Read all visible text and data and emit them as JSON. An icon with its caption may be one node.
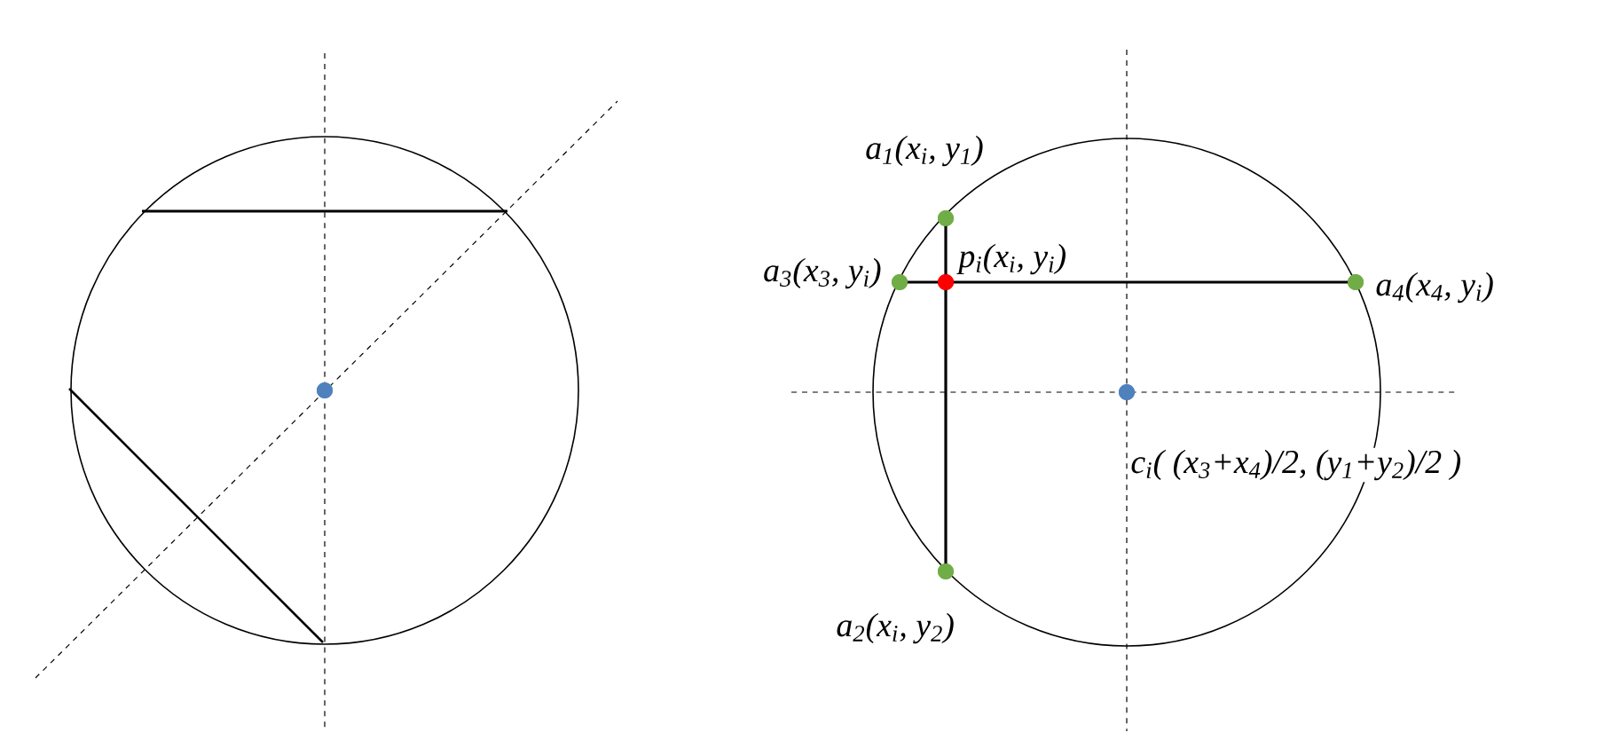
{
  "diagram": {
    "nodes": [
      {
        "text": [],
        "shape": "circle"
      },
      {
        "text": [],
        "shape": "circle",
        "beside": [
          "a$_{1}$(x$_{i}$, y$_{1}$)"
        ]
      },
      {
        "text": [],
        "shape": "circle",
        "beside": [
          "a$_{3}$(x$_{3}$, y$_{i}$)"
        ]
      },
      {
        "text": [],
        "shape": "circle",
        "beside": [
          "p$_{i}$(x$_{i}$, y$_{i}$)"
        ]
      },
      {
        "text": [],
        "shape": "circle",
        "beside": [
          "a$_{4}$(x$_{4}$, y$_{i}$)"
        ]
      },
      {
        "text": [],
        "shape": "circle",
        "beside": [
          "c$_{i}$( (x$_{3}$+x$_{4}$)/2, (y$_{1}$+y$_{2}$)/2 )"
        ]
      },
      {
        "text": [],
        "shape": "circle",
        "beside": [
          "a$_{2}$(x$_{i}$, y$_{2}$)"
        ]
      }
    ],
    "edges": [
      {
        "from": 1,
        "to": 6,
        "arrow": "none"
      },
      {
        "from": 2,
        "to": 4,
        "arrow": "none"
      }
    ]
  }
}
